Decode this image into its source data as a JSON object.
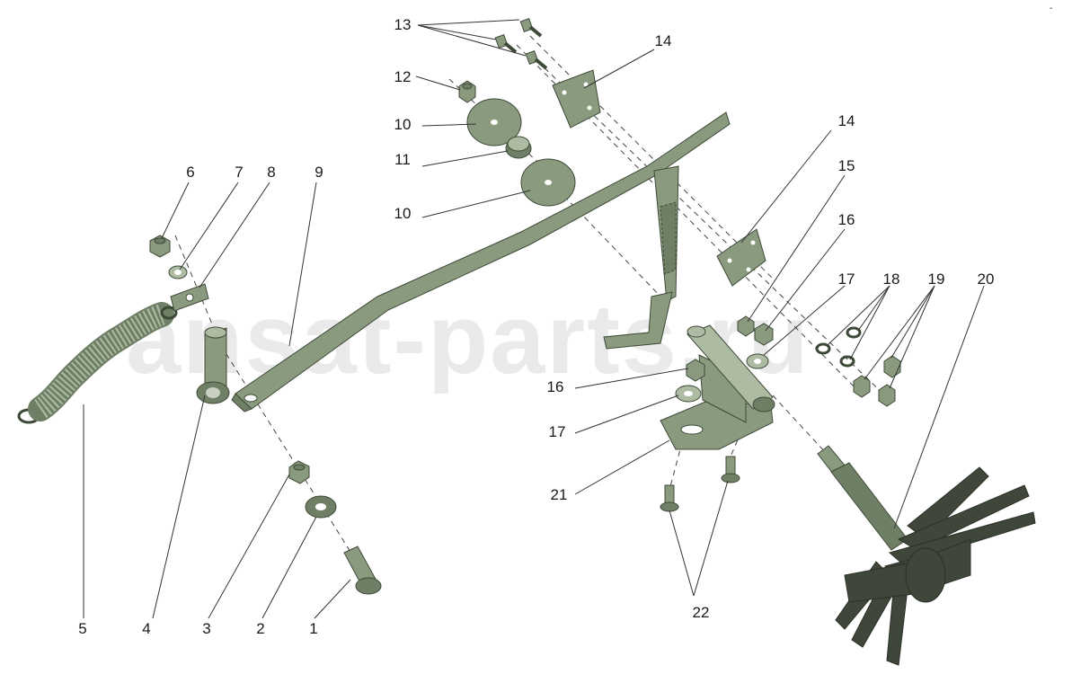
{
  "watermark": "ansat-parts.ru",
  "corner_mark": "-",
  "labels": {
    "l1": "1",
    "l2": "2",
    "l3": "3",
    "l4": "4",
    "l5": "5",
    "l6": "6",
    "l7": "7",
    "l8": "8",
    "l9": "9",
    "l10a": "10",
    "l10b": "10",
    "l11": "11",
    "l12": "12",
    "l13": "13",
    "l14a": "14",
    "l14b": "14",
    "l15": "15",
    "l16a": "16",
    "l16b": "16",
    "l17a": "17",
    "l17b": "17",
    "l18": "18",
    "l19": "19",
    "l20": "20",
    "l21": "21",
    "l22": "22"
  }
}
